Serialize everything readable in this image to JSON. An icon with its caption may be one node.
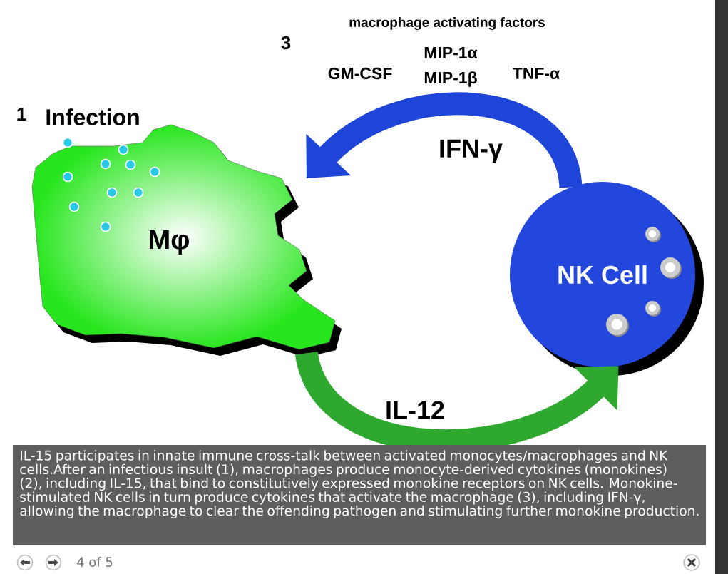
{
  "diagram": {
    "caption": "IL-15 participates in innate immune cross-talk between activated monocytes/macrophages and NK cells.After an infectious insult (1), macrophages produce monocyte-derived cytokines (monokines) (2), including IL-15, that bind to constitutively expressed monokine receptors on NK cells. Monokine-stimulated NK cells in turn produce cytokines that activate the macrophage (3), including IFN-γ, allowing the macrophage to clear the offending pathogen and stimulating further monokine production.",
    "nodes": [
      {
        "text": [
          "Mφ"
        ]
      },
      {
        "text": [
          "NK Cell"
        ]
      }
    ],
    "edges": [
      {
        "from": 1,
        "to": 0,
        "arrow": "to",
        "label": "IFN-γ",
        "color": "#1f45d8"
      },
      {
        "from": 0,
        "to": 1,
        "arrow": "to",
        "label": "IL-12",
        "color": "#2fa82f"
      }
    ],
    "labels": [
      "macrophage activating factors",
      "3",
      "MIP-1α",
      "GM-CSF",
      "MIP-1β",
      "TNF-α",
      "1",
      "Infection",
      "4 of 5"
    ]
  }
}
